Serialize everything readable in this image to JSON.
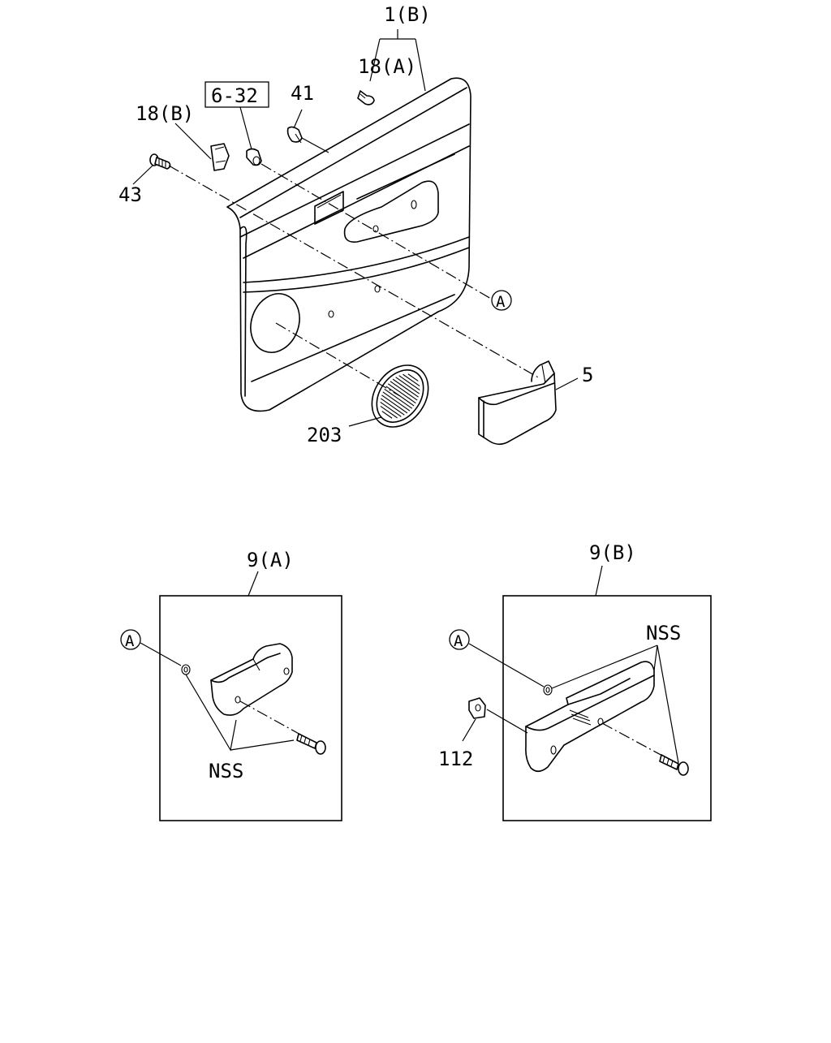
{
  "diagram": {
    "callouts": {
      "part_1b": "1(B)",
      "part_18a": "18(A)",
      "ref_box": "6-32",
      "part_41": "41",
      "part_18b": "18(B)",
      "part_43": "43",
      "part_5": "5",
      "part_203": "203",
      "ref_a_main": "A"
    },
    "detail_9a": {
      "title": "9(A)",
      "ref_a": "A",
      "nss": "NSS"
    },
    "detail_9b": {
      "title": "9(B)",
      "ref_a": "A",
      "nss": "NSS",
      "part_112": "112"
    }
  }
}
